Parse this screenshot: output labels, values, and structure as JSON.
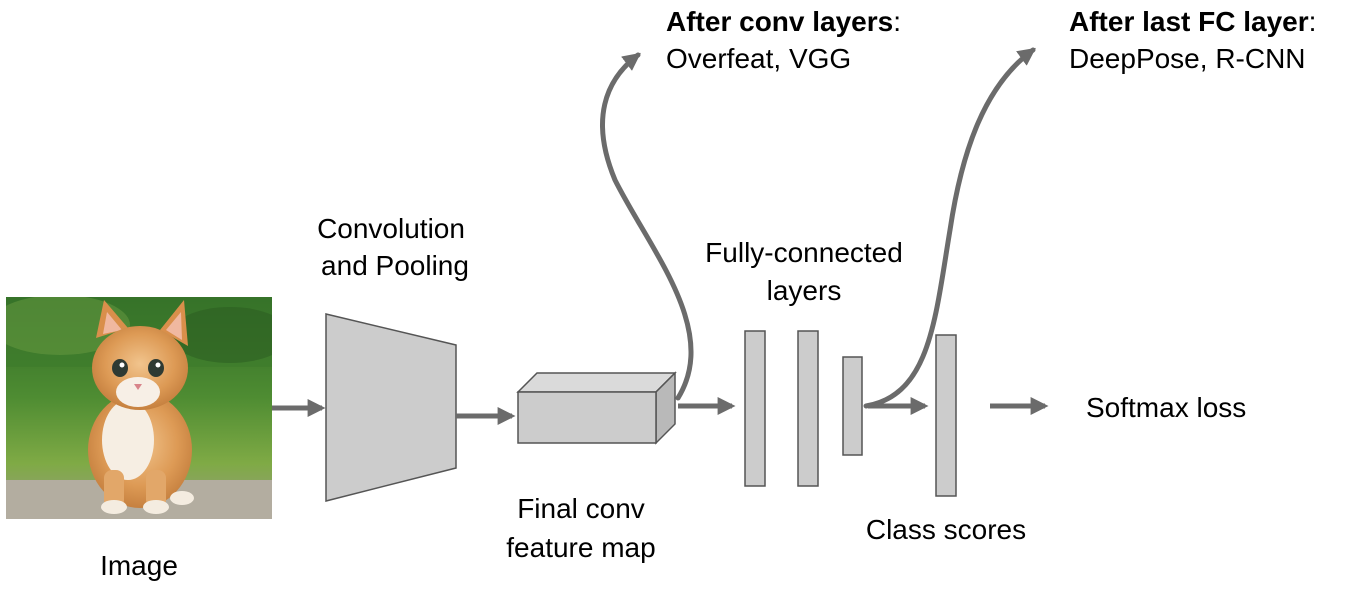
{
  "colors": {
    "block_fill": "#cccccc",
    "block_stroke": "#555555",
    "arrow": "#6b6b6b",
    "text": "#000000"
  },
  "input": {
    "label": "Image",
    "picture": "orange-kitten-photo"
  },
  "conv_pool": {
    "label_line1": "Convolution",
    "label_line2": "and Pooling"
  },
  "feature_map": {
    "label_line1": "Final conv",
    "label_line2": "feature map"
  },
  "fc": {
    "label_line1": "Fully-connected",
    "label_line2": "layers"
  },
  "class_scores": {
    "label": "Class scores"
  },
  "softmax": {
    "label": "Softmax loss"
  },
  "callouts": {
    "conv": {
      "title": "After conv layers",
      "colon": ":",
      "examples": "Overfeat, VGG"
    },
    "fc": {
      "title": "After last FC layer",
      "colon": ":",
      "examples": "DeepPose, R-CNN"
    }
  }
}
